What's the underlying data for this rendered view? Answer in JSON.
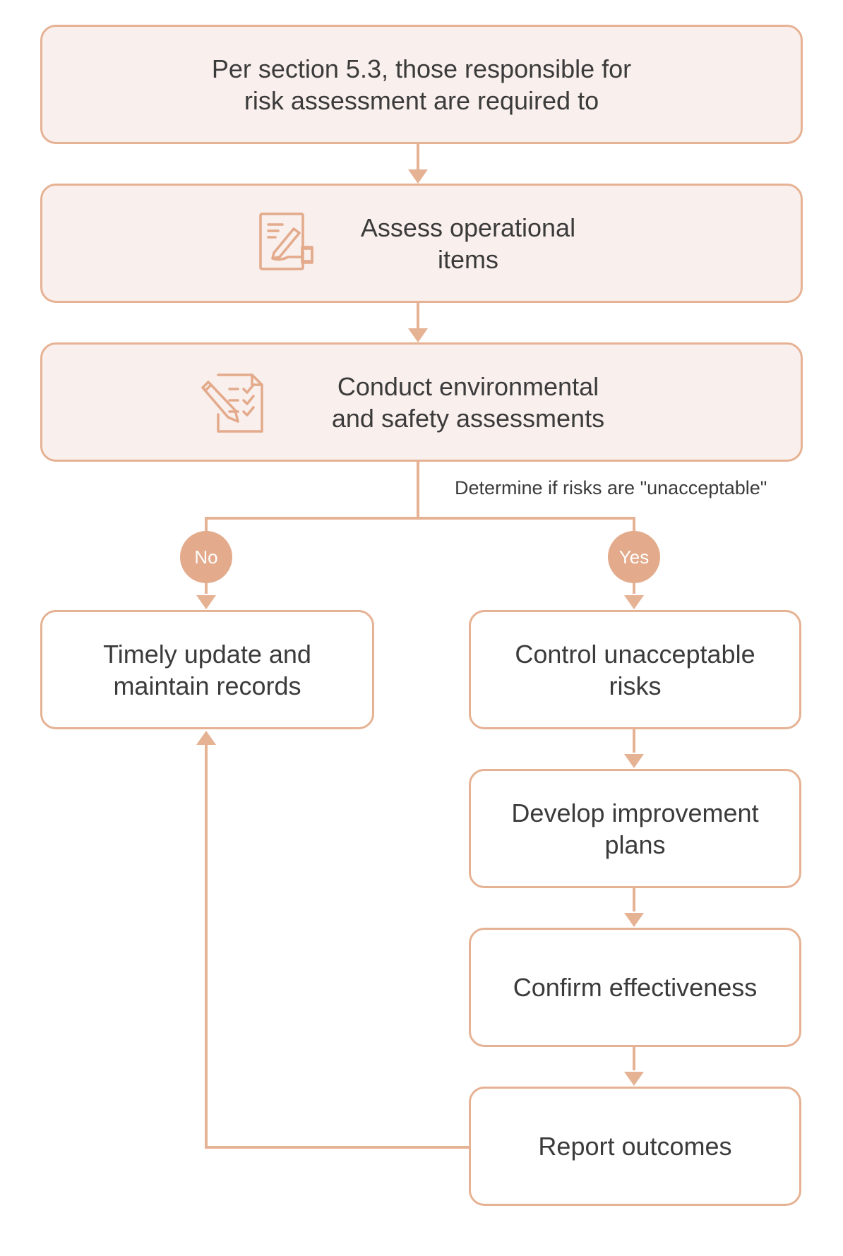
{
  "flow": {
    "steps": [
      {
        "id": "intro",
        "text": "Per section 5.3, those responsible for\nrisk assessment are required to"
      },
      {
        "id": "assess",
        "text": "Assess operational\nitems",
        "icon": "signing-document-icon"
      },
      {
        "id": "conduct",
        "text": "Conduct environmental\nand safety assessments",
        "icon": "checklist-pencil-icon"
      },
      {
        "id": "update",
        "text": "Timely update and\nmaintain records"
      },
      {
        "id": "control",
        "text": "Control unacceptable\nrisks"
      },
      {
        "id": "develop",
        "text": "Develop improvement\nplans"
      },
      {
        "id": "confirm",
        "text": "Confirm effectiveness"
      },
      {
        "id": "report",
        "text": "Report outcomes"
      }
    ],
    "decision_text": "Determine if risks are \"unacceptable\"",
    "branch_no": "No",
    "branch_yes": "Yes"
  },
  "colors": {
    "accent_stroke": "#e6b294",
    "fill_light": "#f9efec",
    "badge_fill": "#e3aa8b",
    "text": "#3b3b3b"
  }
}
